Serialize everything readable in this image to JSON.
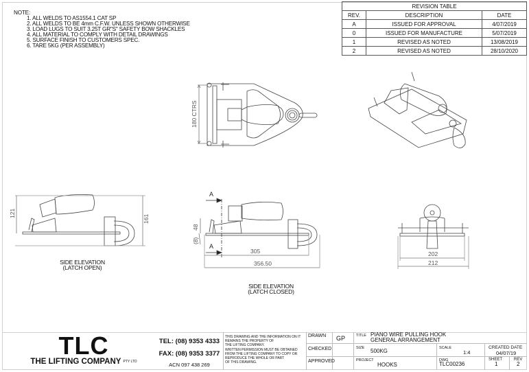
{
  "notes": {
    "heading": "NOTE:",
    "items": [
      "1. ALL WELDS TO AS1554.1 CAT SP",
      "2. ALL WELDS TO BE 4mm C.F.W. UNLESS SHOWN OTHERWISE",
      "3. LOAD LUGS TO SUIT 3.25T GR\"S\" SAFETY BOW SHACKLES",
      "4. ALL MATERIAL TO COMPLY WITH DETAIL DRAWINGS",
      "5. SURFACE FINISH TO CUSTOMERS SPEC.",
      "6. TARE 5KG (PER ASSEMBLY)"
    ]
  },
  "revision_table": {
    "title": "REVISION TABLE",
    "headers": [
      "REV.",
      "DESCRIPTION",
      "DATE"
    ],
    "rows": [
      [
        "A",
        "ISSUED FOR APPROVAL",
        "4/07/2019"
      ],
      [
        "0",
        "ISSUED FOR MANUFACTURE",
        "5/07/2019"
      ],
      [
        "1",
        "REVISED AS NOTED",
        "13/08/2019"
      ],
      [
        "2",
        "REVISED AS NOTED",
        "28/10/2020"
      ]
    ]
  },
  "views": {
    "plan": {
      "dim_ctrs": "180 CTRS"
    },
    "side_open": {
      "caption_1": "SIDE ELEVATION",
      "caption_2": "(LATCH OPEN)",
      "dim_height_left": "121",
      "dim_height_right": "161"
    },
    "side_closed": {
      "caption_1": "SIDE ELEVATION",
      "caption_2": "(LATCH CLOSED)",
      "section_marker": "A",
      "dim_48": "48",
      "dim_8": "(8)",
      "dim_305": "305",
      "dim_356": "356.50"
    },
    "end": {
      "dim_202": "202",
      "dim_212": "212"
    }
  },
  "title_block": {
    "company_logo": "TLC",
    "company_name": "THE LIFTING COMPANY",
    "company_suffix": "PTY LTD",
    "tel": "TEL: (08) 9353 4333",
    "fax": "FAX: (08) 9353 3377",
    "acn": "ACN 097 438 269",
    "disclaimer": [
      "THIS DRAWING AND THE INFORMATION ON IT",
      "REMAINS THE PROPERTY OF",
      "THE LIFTING COMPANY.",
      "WRITTEN PERMISSION MUST BE OBTAINED",
      "FROM THE LIFTING COMPANY TO COPY OR",
      "REPRODUCE THE WHOLE OR PART",
      "OF THIS DRAWING."
    ],
    "drawn_label": "DRAWN",
    "drawn_value": "GP",
    "checked_label": "CHECKED",
    "checked_value": "",
    "approved_label": "APPROVED",
    "approved_value": "",
    "title_label": "TITLE",
    "title_line1": "PIANO WIRE PULLING HOOK",
    "title_line2": "GENERAL ARRANGEMENT",
    "size_label": "SIZE",
    "size_value": "500KG",
    "scale_label": "SCALE",
    "scale_value": "1:4",
    "created_label": "CREATED DATE",
    "created_value": "04/07/19",
    "project_label": "PROJECT",
    "project_value": "HOOKS",
    "dwg_label": "DWG",
    "dwg_value": "TLC00236",
    "sheet_label": "SHEET",
    "sheet_value": "1",
    "rev_label": "REV",
    "rev_value": "2"
  }
}
